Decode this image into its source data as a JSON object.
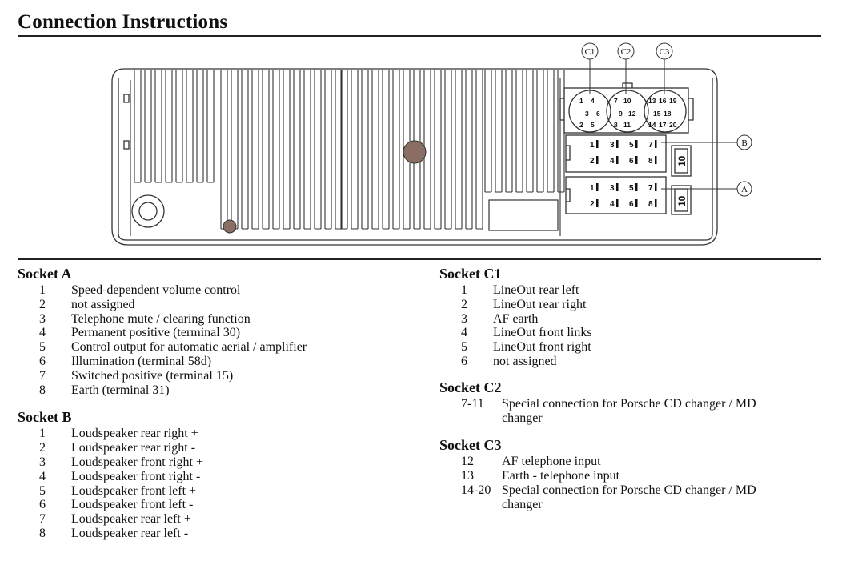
{
  "page": {
    "title": "Connection Instructions"
  },
  "diagram": {
    "callouts": [
      "C1",
      "C2",
      "C3",
      "B",
      "A"
    ],
    "c1_pins": [
      "1",
      "4",
      "3",
      "6",
      "2",
      "5"
    ],
    "c2_pins": [
      "7",
      "10",
      "9",
      "12",
      "8",
      "11"
    ],
    "c3_pins": [
      "13",
      "16",
      "19",
      "15",
      "18",
      "14",
      "17",
      "20"
    ],
    "b_pins": [
      "1",
      "3",
      "5",
      "7",
      "2",
      "4",
      "6",
      "8"
    ],
    "a_pins": [
      "1",
      "3",
      "5",
      "7",
      "2",
      "4",
      "6",
      "8"
    ],
    "side_labels": [
      "10",
      "10"
    ]
  },
  "socket_a": {
    "title": "Socket A",
    "items": [
      {
        "num": "1",
        "desc": "Speed-dependent volume control"
      },
      {
        "num": "2",
        "desc": "not assigned"
      },
      {
        "num": "3",
        "desc": "Telephone mute / clearing function"
      },
      {
        "num": "4",
        "desc": "Permanent positive (terminal 30)"
      },
      {
        "num": "5",
        "desc": "Control output for automatic aerial / amplifier"
      },
      {
        "num": "6",
        "desc": "Illumination (terminal 58d)"
      },
      {
        "num": "7",
        "desc": "Switched positive (terminal 15)"
      },
      {
        "num": "8",
        "desc": "Earth (terminal 31)"
      }
    ]
  },
  "socket_b": {
    "title": "Socket B",
    "items": [
      {
        "num": "1",
        "desc": "Loudspeaker rear right +"
      },
      {
        "num": "2",
        "desc": "Loudspeaker rear right -"
      },
      {
        "num": "3",
        "desc": "Loudspeaker front right +"
      },
      {
        "num": "4",
        "desc": "Loudspeaker front right -"
      },
      {
        "num": "5",
        "desc": "Loudspeaker front left +"
      },
      {
        "num": "6",
        "desc": "Loudspeaker front left -"
      },
      {
        "num": "7",
        "desc": "Loudspeaker rear left +"
      },
      {
        "num": "8",
        "desc": "Loudspeaker rear left -"
      }
    ]
  },
  "socket_c1": {
    "title": "Socket C1",
    "items": [
      {
        "num": "1",
        "desc": "LineOut rear left"
      },
      {
        "num": "2",
        "desc": "LineOut rear right"
      },
      {
        "num": "3",
        "desc": "AF earth"
      },
      {
        "num": "4",
        "desc": "LineOut front links"
      },
      {
        "num": "5",
        "desc": "LineOut front right"
      },
      {
        "num": "6",
        "desc": "not assigned"
      }
    ]
  },
  "socket_c2": {
    "title": "Socket C2",
    "items": [
      {
        "num": "7-11",
        "desc": "Special connection for Porsche CD changer / MD changer"
      }
    ]
  },
  "socket_c3": {
    "title": "Socket C3",
    "items": [
      {
        "num": "12",
        "desc": "AF telephone input"
      },
      {
        "num": "13",
        "desc": "Earth - telephone input"
      },
      {
        "num": "14-20",
        "desc": "Special connection for Porsche CD changer / MD changer"
      }
    ]
  }
}
